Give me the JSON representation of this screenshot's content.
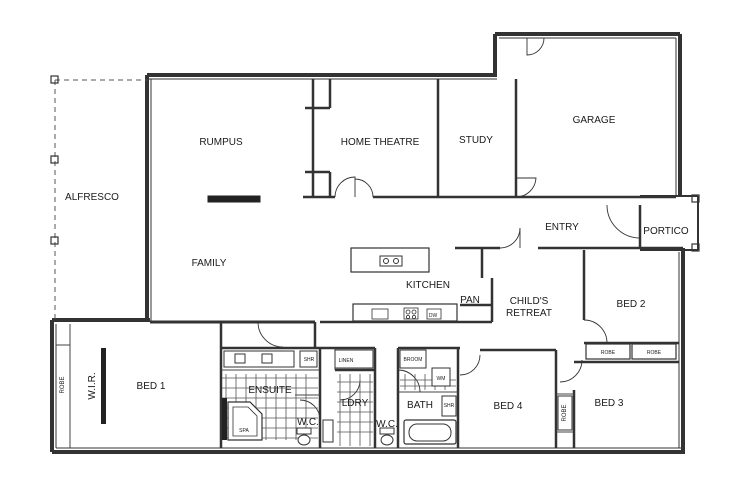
{
  "rooms": {
    "alfresco": "ALFRESCO",
    "rumpus": "RUMPUS",
    "home_theatre": "HOME THEATRE",
    "study": "STUDY",
    "garage": "GARAGE",
    "entry": "ENTRY",
    "portico": "PORTICO",
    "family": "FAMILY",
    "kitchen": "KITCHEN",
    "pan": "PAN",
    "childs_retreat_1": "CHILD'S",
    "childs_retreat_2": "RETREAT",
    "bed2": "BED 2",
    "bed1": "BED 1",
    "wir": "W.I.R.",
    "ensuite": "ENSUITE",
    "wc_ensuite": "W.C.",
    "ldry": "LDRY",
    "wc": "W.C.",
    "bath": "BATH",
    "bed4": "BED 4",
    "bed3": "BED 3"
  },
  "fixtures": {
    "linen": "LINEN",
    "robe_bed2a": "ROBE",
    "robe_bed2b": "ROBE",
    "robe_bed1": "ROBE",
    "robe_bed4": "ROBE",
    "broom": "BROOM",
    "spa": "SPA",
    "dw": "DW",
    "shr_ens": "SHR",
    "shr_bath": "SHR",
    "wm": "WM"
  }
}
